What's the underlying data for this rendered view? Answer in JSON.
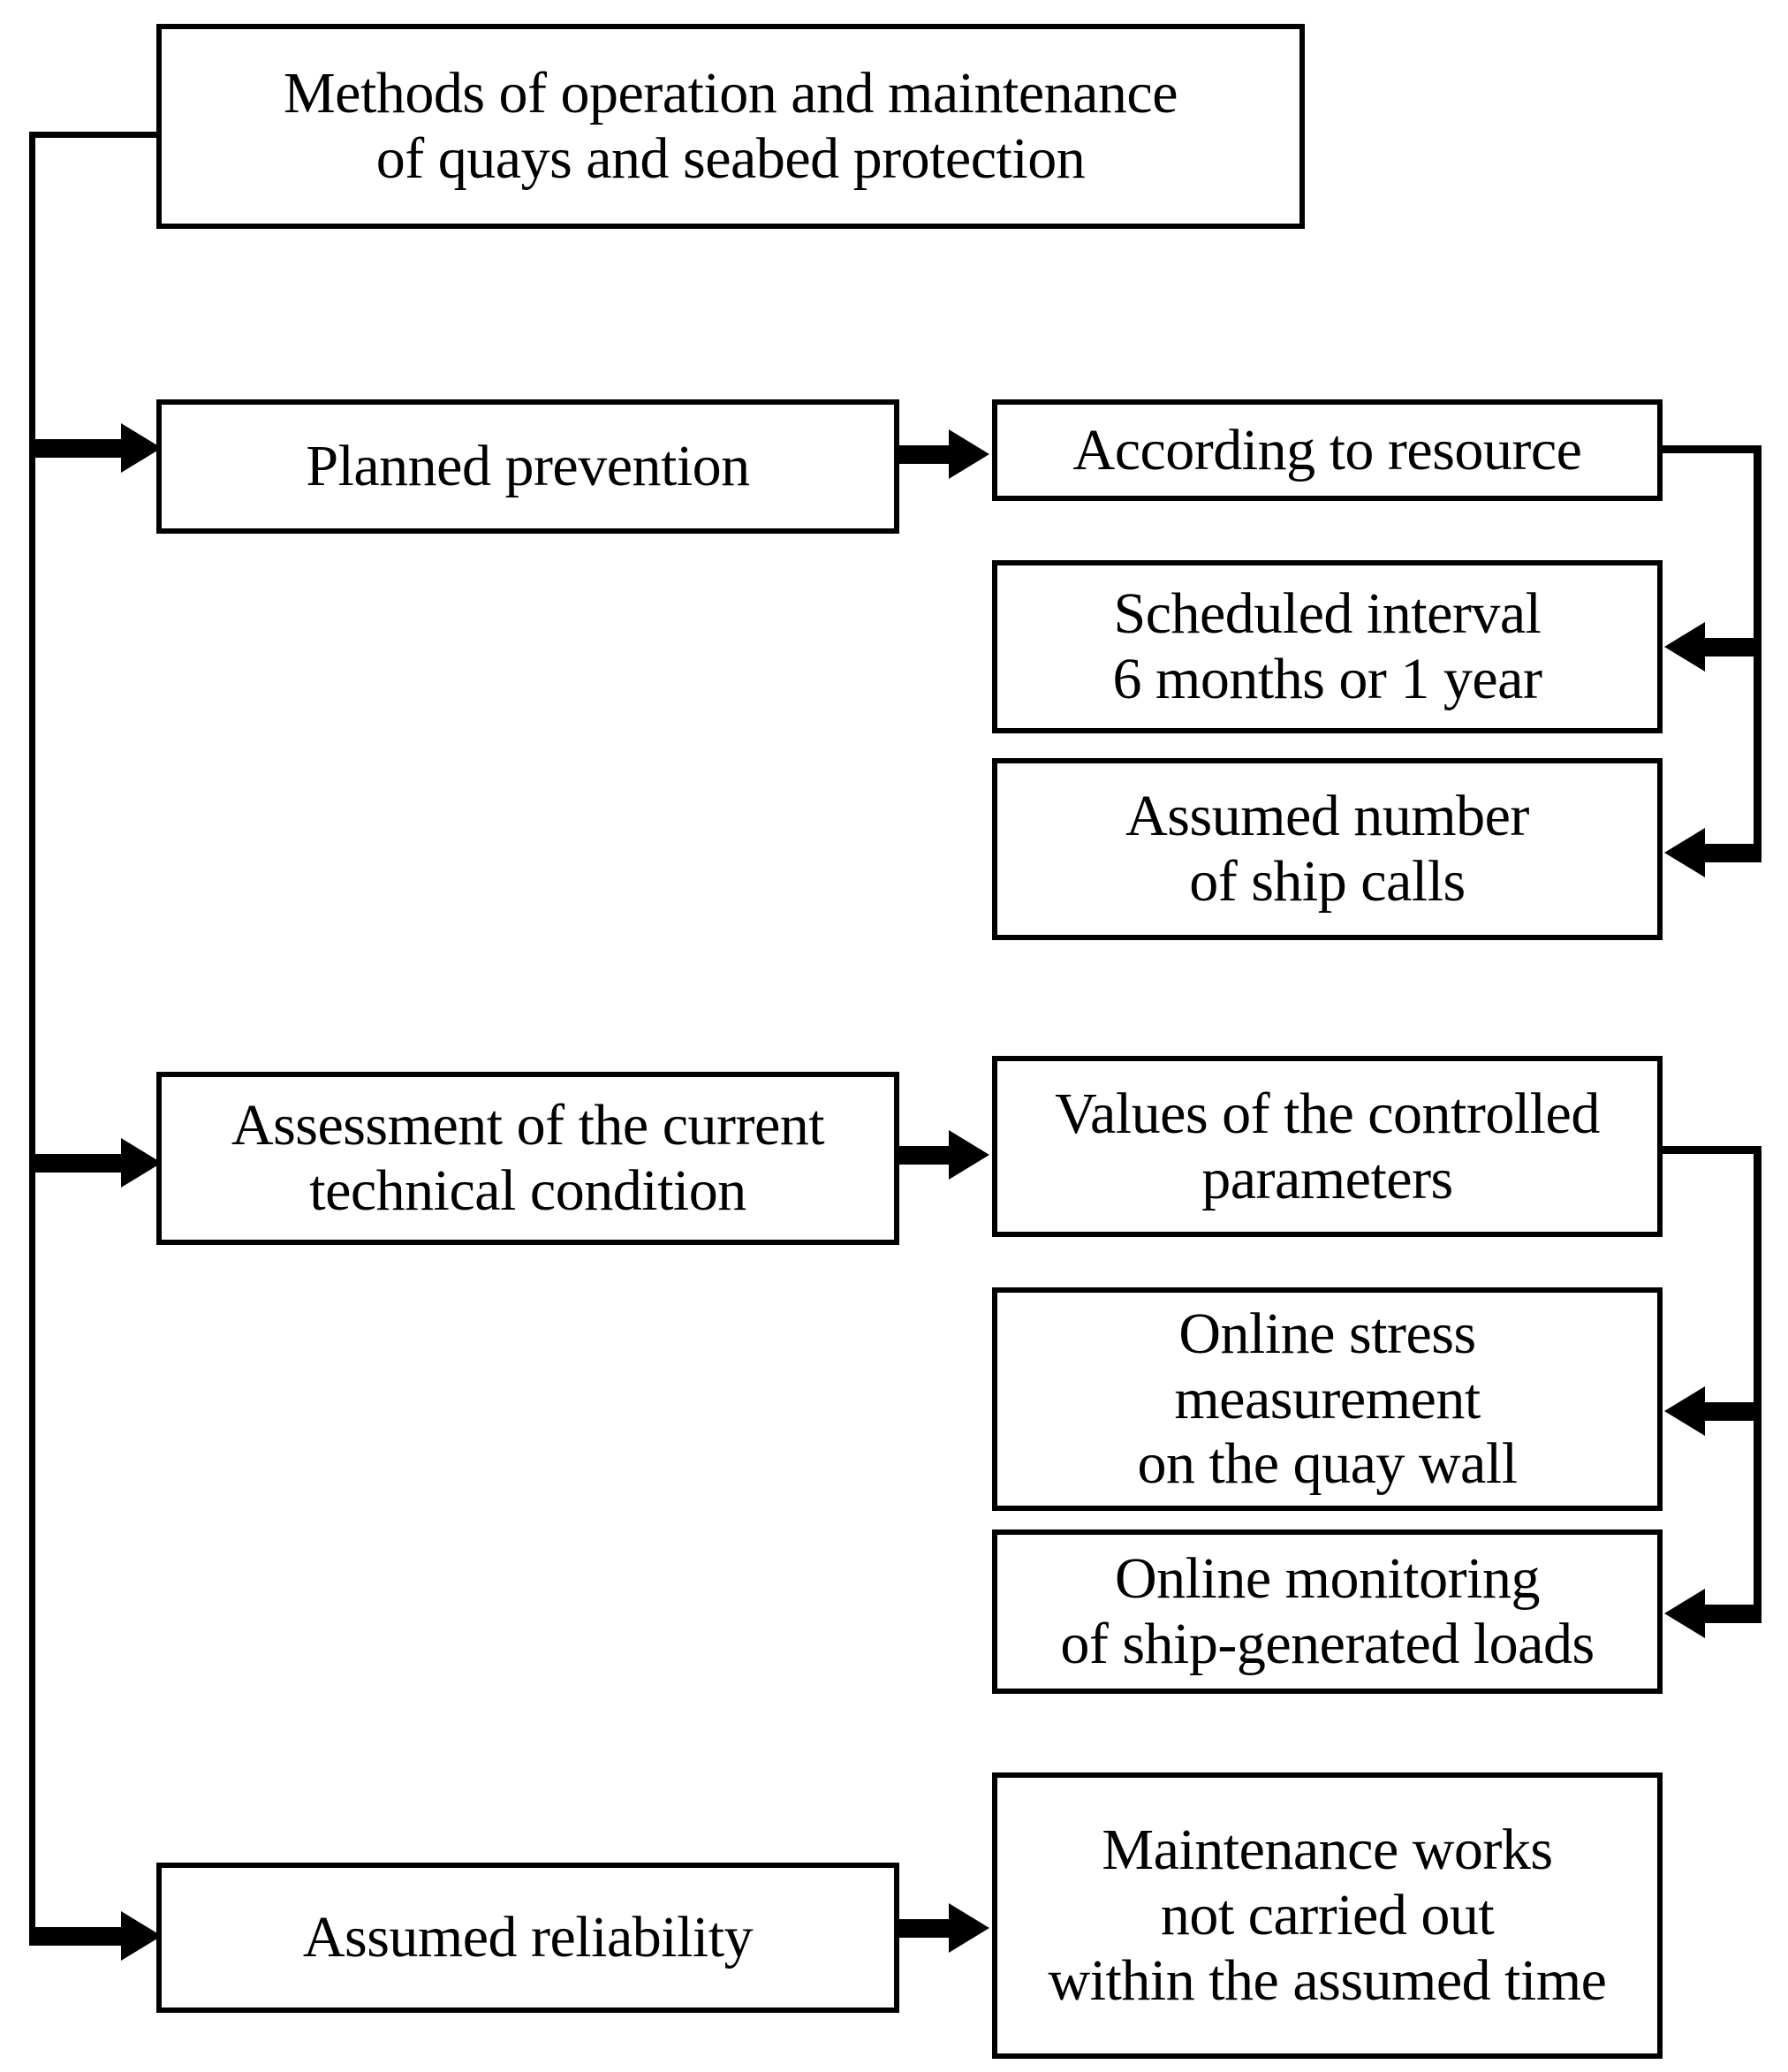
{
  "diagram": {
    "title": "Methods of operation and maintenance of quays and seabed protection",
    "type": "flowchart",
    "orientation": "left-to-right tree",
    "colors": {
      "stroke": "#000000",
      "fill": "#ffffff",
      "text": "#000000"
    },
    "nodes": {
      "root": {
        "label": "Methods of operation and maintenance\nof quays and seabed protection"
      },
      "branch_planned": {
        "label": "Planned prevention"
      },
      "branch_assessment": {
        "label": "Assessment of the current\ntechnical condition"
      },
      "branch_reliability": {
        "label": "Assumed reliability"
      },
      "planned_child_1": {
        "label": "According to resource"
      },
      "planned_child_2": {
        "label": "Scheduled interval\n6 months or 1 year"
      },
      "planned_child_3": {
        "label": "Assumed number\nof ship calls"
      },
      "assessment_child_1": {
        "label": "Values of the controlled\nparameters"
      },
      "assessment_child_2": {
        "label": "Online stress\nmeasurement\non the quay wall"
      },
      "assessment_child_3": {
        "label": "Online monitoring\nof ship-generated loads"
      },
      "reliability_child_1": {
        "label": "Maintenance works\nnot carried out\nwithin the assumed time"
      }
    },
    "edges": [
      {
        "from": "root",
        "to": "branch_planned",
        "style": "orthogonal-arrow"
      },
      {
        "from": "root",
        "to": "branch_assessment",
        "style": "orthogonal-arrow"
      },
      {
        "from": "root",
        "to": "branch_reliability",
        "style": "orthogonal-arrow"
      },
      {
        "from": "branch_planned",
        "to": "planned_child_1",
        "style": "straight-arrow"
      },
      {
        "from": "planned_child_1",
        "to": "planned_child_2",
        "style": "orthogonal-arrow"
      },
      {
        "from": "planned_child_1",
        "to": "planned_child_3",
        "style": "orthogonal-arrow"
      },
      {
        "from": "branch_assessment",
        "to": "assessment_child_1",
        "style": "straight-arrow"
      },
      {
        "from": "assessment_child_1",
        "to": "assessment_child_2",
        "style": "orthogonal-arrow"
      },
      {
        "from": "assessment_child_1",
        "to": "assessment_child_3",
        "style": "orthogonal-arrow"
      },
      {
        "from": "branch_reliability",
        "to": "reliability_child_1",
        "style": "straight-arrow"
      }
    ]
  }
}
